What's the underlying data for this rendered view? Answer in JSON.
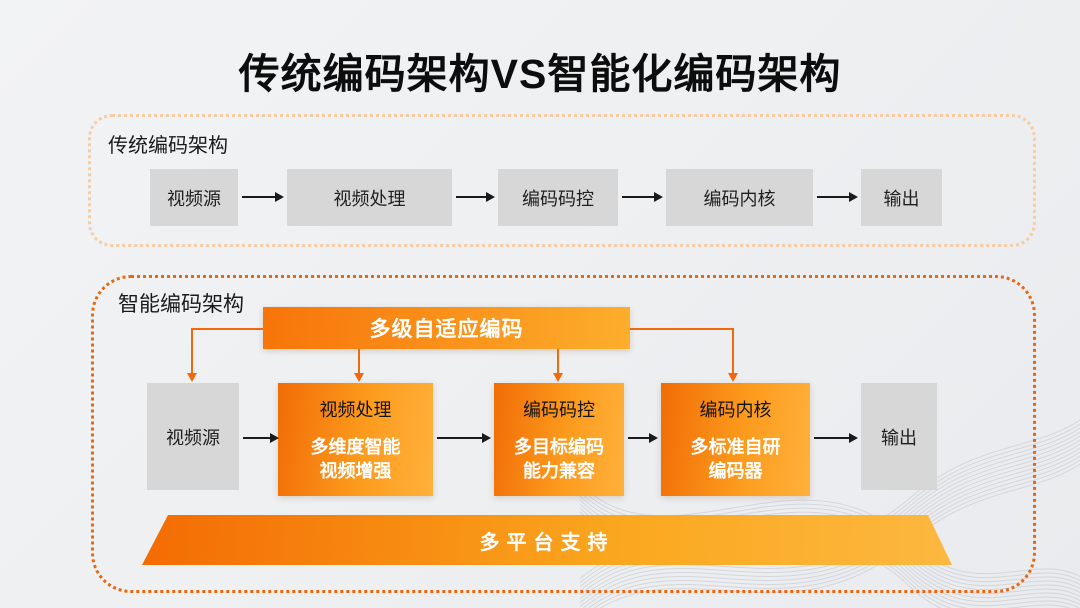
{
  "title": "传统编码架构VS智能化编码架构",
  "colors": {
    "accent_orange_dark": "#f16c06",
    "accent_orange_light": "#ffb13c",
    "traditional_border": "#f8cba3",
    "smart_border": "#e8680f",
    "gray_node": "#d7d7d8",
    "arrow_black": "#1a1a1a",
    "connector_orange": "#f2680c"
  },
  "traditional": {
    "label": "传统编码架构",
    "nodes": [
      "视频源",
      "视频处理",
      "编码码控",
      "编码内核",
      "输出"
    ]
  },
  "smart": {
    "label": "智能编码架构",
    "top_bar": "多级自适应编码",
    "nodes": [
      {
        "title": "视频源",
        "subtitle_line1": "",
        "subtitle_line2": ""
      },
      {
        "title": "视频处理",
        "subtitle_line1": "多维度智能",
        "subtitle_line2": "视频增强"
      },
      {
        "title": "编码码控",
        "subtitle_line1": "多目标编码",
        "subtitle_line2": "能力兼容"
      },
      {
        "title": "编码内核",
        "subtitle_line1": "多标准自研",
        "subtitle_line2": "编码器"
      },
      {
        "title": "输出",
        "subtitle_line1": "",
        "subtitle_line2": ""
      }
    ],
    "bottom_bar": "多平台支持"
  }
}
